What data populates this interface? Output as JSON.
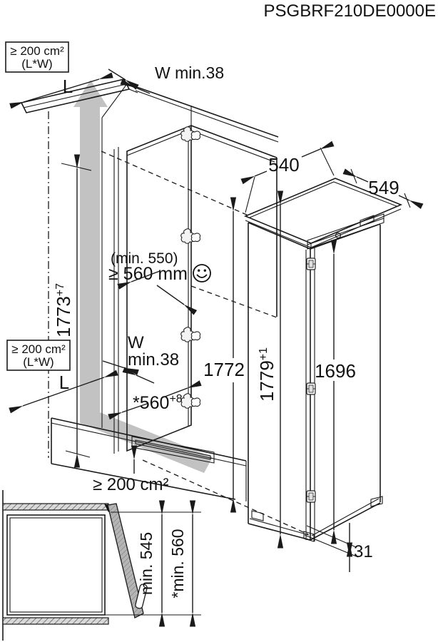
{
  "title": "PSGBRF210DE0000E",
  "colors": {
    "line": "#1a1a1a",
    "airflow_gray": "#c2c2c2",
    "door_gray": "#b5b5b5"
  },
  "niche": {
    "vent_box_top": {
      "line1": "≥ 200 cm²",
      "line2": "(L*W)"
    },
    "vent_box_mid": {
      "line1": "≥ 200 cm²",
      "line2": "(L*W)"
    },
    "length_top": "L",
    "length_mid": "L",
    "wall_width_top": "W min.38",
    "wall_width_mid_line1": "W",
    "wall_width_mid_line2": "min.38",
    "height_value": "1773",
    "height_tolerance": "+7",
    "depth_hint": "(min. 550)",
    "depth_required": "≥ 560 mm",
    "interior_height": "1772",
    "plinth_depth_value": "*560",
    "plinth_depth_tolerance": "+8",
    "vent_bottom": "≥ 200 cm²"
  },
  "appliance": {
    "width": "540",
    "depth": "549",
    "height_value": "1779",
    "height_tolerance": "+1",
    "door_height": "1696",
    "foot_height": "31"
  },
  "plan_view": {
    "door_swing_depth": "min. 545",
    "niche_depth": "*min. 560"
  }
}
